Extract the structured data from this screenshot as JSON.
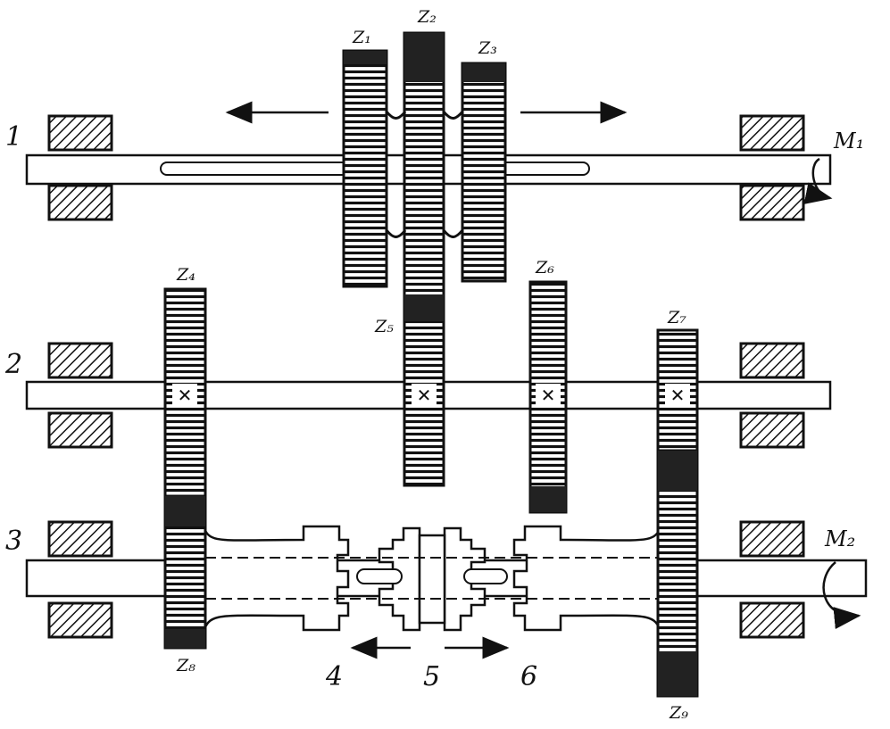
{
  "shaft_labels": {
    "s1": "1",
    "s2": "2",
    "s3": "3"
  },
  "clutch_labels": {
    "c4": "4",
    "c5": "5",
    "c6": "6"
  },
  "gear_labels": {
    "z1": "Z₁",
    "z2": "Z₂",
    "z3": "Z₃",
    "z4": "Z₄",
    "z5": "Z₅",
    "z6": "Z₆",
    "z7": "Z₇",
    "z8": "Z₈",
    "z9": "Z₉"
  },
  "moment_labels": {
    "m1": "M₁",
    "m2": "M₂"
  },
  "colors": {
    "ink": "#111111",
    "paper": "#ffffff"
  }
}
